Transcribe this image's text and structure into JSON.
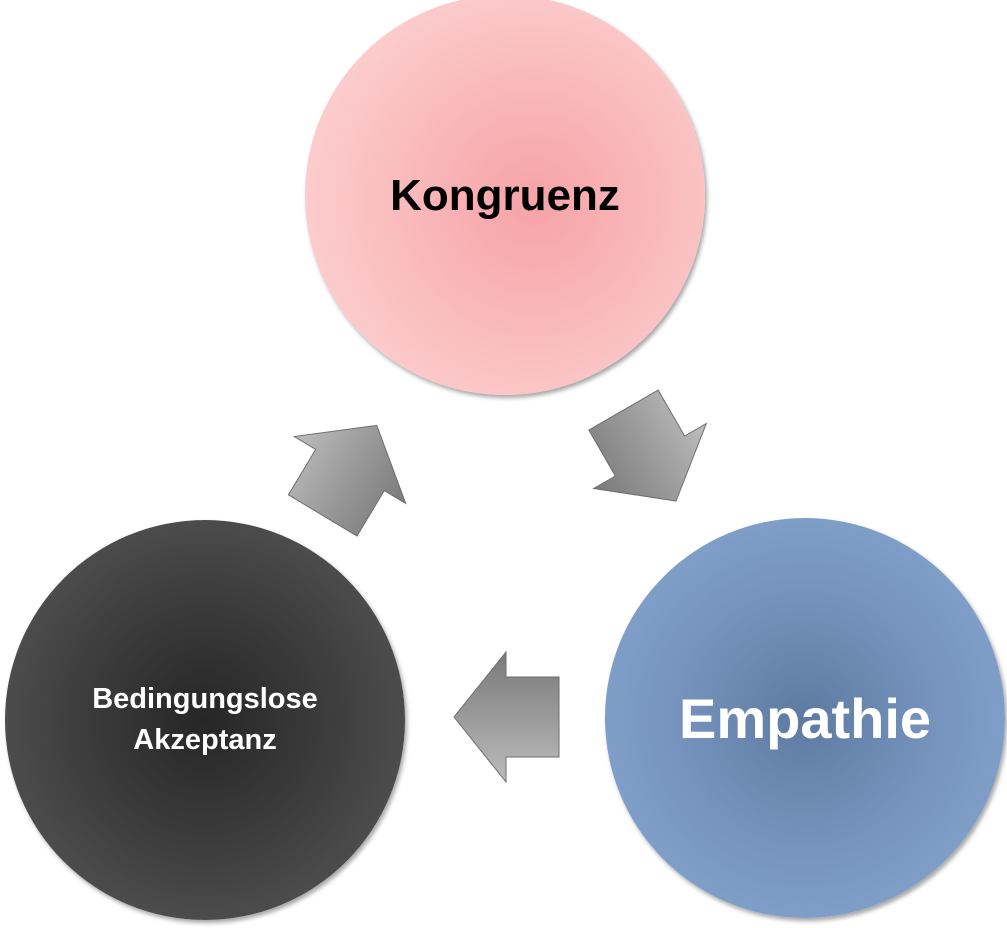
{
  "nodes": {
    "top": {
      "label": "Kongruenz",
      "color": "#f9b9bb"
    },
    "right": {
      "label": "Empathie",
      "color": "#7593bc"
    },
    "left": {
      "line1": "Bedingungslose",
      "line2": "Akzeptanz",
      "color": "#3d3d3d"
    }
  },
  "arrows": {
    "color": "#999999",
    "icon": "arrow-icon"
  }
}
